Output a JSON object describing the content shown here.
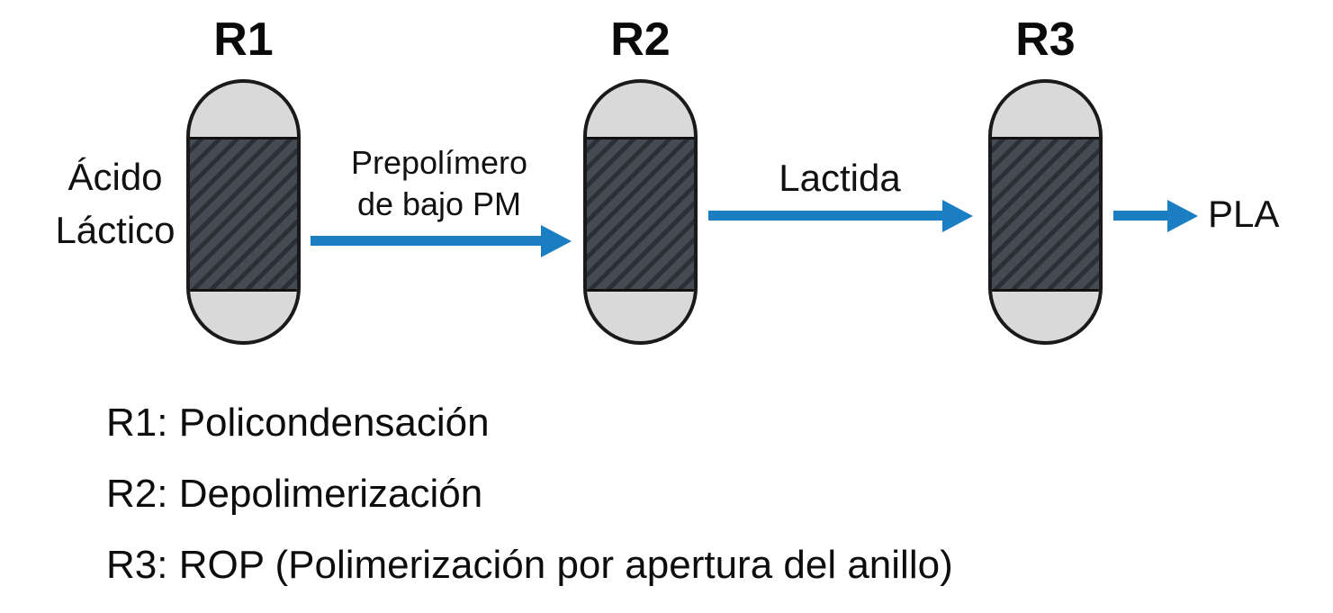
{
  "flow": {
    "reactors": [
      {
        "label": "R1"
      },
      {
        "label": "R2"
      },
      {
        "label": "R3"
      }
    ],
    "input": {
      "line1": "Ácido",
      "line2": "Láctico"
    },
    "streams": {
      "r1_to_r2": {
        "line1": "Prepolímero",
        "line2": "de bajo PM"
      },
      "r2_to_r3": {
        "label": "Lactida"
      },
      "r3_out": {
        "label": "PLA"
      }
    }
  },
  "legend": {
    "items": [
      "R1: Policondensación",
      "R2: Depolimerización",
      "R3: ROP (Polimerización por apertura del anillo)"
    ]
  },
  "colors": {
    "arrow": "#1b7ec2",
    "capsule_fill": "#d9d9d9",
    "band_base": "#454b52",
    "band_stripe": "#2b3036",
    "outline": "#1a1a1a"
  }
}
